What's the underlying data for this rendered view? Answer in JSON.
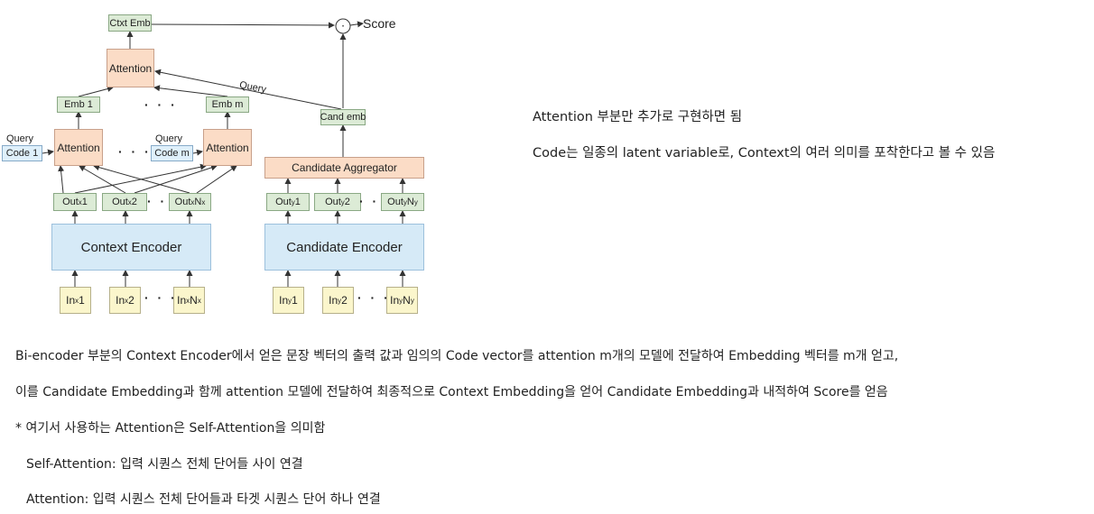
{
  "diagram": {
    "ctxt_emb": "Ctxt Emb",
    "score": "Score",
    "dot_symbol": "·",
    "top_attention": "Attention",
    "query_label_top": "Query",
    "emb1": "Emb 1",
    "embm": "Emb m",
    "cand_emb": "Cand emb",
    "query1_label": "Query",
    "code1": "Code 1",
    "attention1": "Attention",
    "querym_label": "Query",
    "codem": "Code m",
    "attentionm": "Attention",
    "candidate_aggregator": "Candidate Aggregator",
    "context_out": [
      {
        "base": "Out",
        "sub": "x",
        "idx": " 1"
      },
      {
        "base": "Out",
        "sub": "x",
        "idx": " 2"
      },
      {
        "base": "Out",
        "sub": "x",
        "idx": " N",
        "idx_sub": "x"
      }
    ],
    "cand_out": [
      {
        "base": "Out",
        "sub": "y",
        "idx": " 1"
      },
      {
        "base": "Out",
        "sub": "y",
        "idx": " 2"
      },
      {
        "base": "Out",
        "sub": "y",
        "idx": " N",
        "idx_sub": "y"
      }
    ],
    "context_encoder": "Context Encoder",
    "candidate_encoder": "Candidate Encoder",
    "context_in": [
      {
        "base": "In",
        "sub": "x",
        "idx": " 1"
      },
      {
        "base": "In",
        "sub": "x",
        "idx": " 2"
      },
      {
        "base": "In",
        "sub": "x",
        "idx": " N",
        "idx_sub": "x"
      }
    ],
    "cand_in": [
      {
        "base": "In",
        "sub": "y",
        "idx": " 1"
      },
      {
        "base": "In",
        "sub": "y",
        "idx": " 2"
      },
      {
        "base": "In",
        "sub": "y",
        "idx": " N",
        "idx_sub": "y"
      }
    ],
    "ellipsis": "· · ·"
  },
  "notes": {
    "right_line1": "Attention 부분만 추가로 구현하면 됨",
    "right_line2": "Code는 일종의 latent variable로, Context의 여러 의미를 포착한다고 볼 수 있음",
    "line1": "Bi-encoder 부분의 Context Encoder에서 얻은 문장 벡터의 출력 값과 임의의 Code vector를 attention m개의 모델에 전달하여 Embedding 벡터를 m개 얻고,",
    "line2": "이를 Candidate Embedding과 함께 attention 모델에 전달하여 최종적으로 Context Embedding을 얻어 Candidate Embedding과 내적하여 Score를 얻음",
    "line3": "* 여기서 사용하는 Attention은 Self-Attention을 의미함",
    "line4": "Self-Attention: 입력 시퀀스 전체 단어들 사이 연결",
    "line5": "Attention: 입력 시퀀스 전체 단어들과 타겟 시퀀스 단어 하나 연결"
  }
}
